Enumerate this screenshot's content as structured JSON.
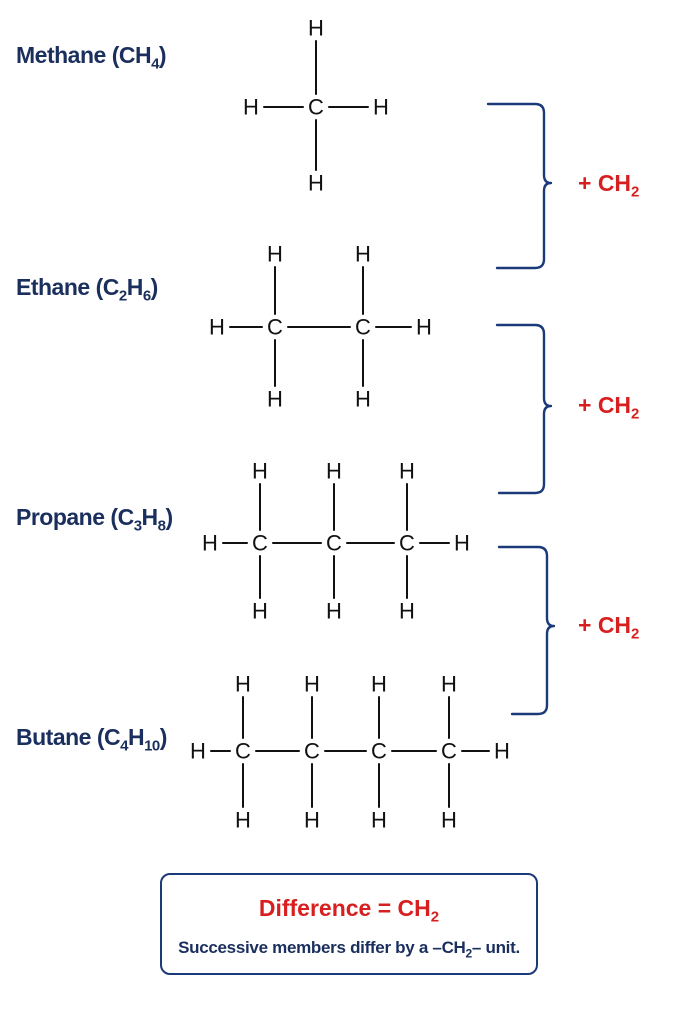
{
  "molecules": [
    {
      "name": "Methane",
      "formula_prefix": "(CH",
      "formula_sub": "4",
      "formula_suffix": ")"
    },
    {
      "name": "Ethane",
      "formula_parts": [
        "(C",
        "2",
        "H",
        "6",
        ")"
      ]
    },
    {
      "name": "Propane",
      "formula_parts": [
        "(C",
        "3",
        "H",
        "8",
        ")"
      ]
    },
    {
      "name": "Butane",
      "formula_parts": [
        "(C",
        "4",
        "H",
        "10",
        ")"
      ]
    }
  ],
  "atoms": {
    "carbon": "C",
    "hydrogen": "H"
  },
  "increments": [
    {
      "text": "+ CH",
      "sub": "2"
    },
    {
      "text": "+ CH",
      "sub": "2"
    },
    {
      "text": "+ CH",
      "sub": "2"
    }
  ],
  "summary": {
    "title": "Difference = CH",
    "title_sub": "2",
    "text_before": "Successive members differ by a –CH",
    "text_sub": "2",
    "text_after": "– unit."
  },
  "colors": {
    "name_color": "#1b2f5e",
    "accent_red": "#d81f1f",
    "brace_blue": "#1b3a7a"
  }
}
